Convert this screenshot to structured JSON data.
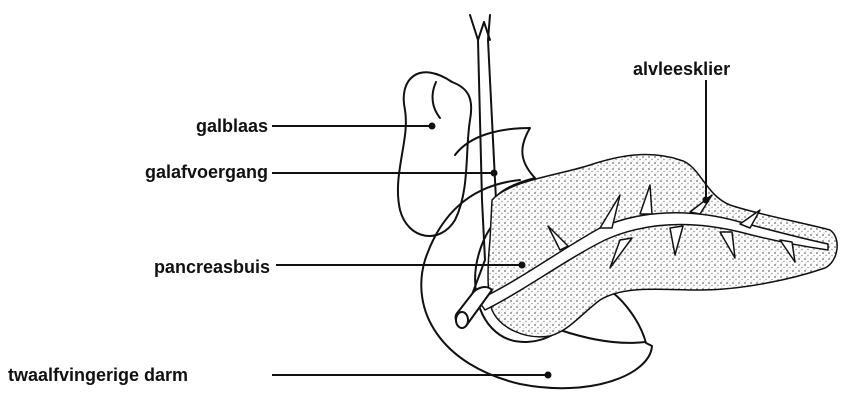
{
  "labels": {
    "gallbladder": "galblaas",
    "bile_duct": "galafvoergang",
    "pancreatic_duct": "pancreasbuis",
    "duodenum": "twaalfvingerige darm",
    "pancreas": "alvleesklier"
  },
  "colors": {
    "ink": "#111111",
    "stipple": "#7a7a7a",
    "background": "#ffffff"
  }
}
